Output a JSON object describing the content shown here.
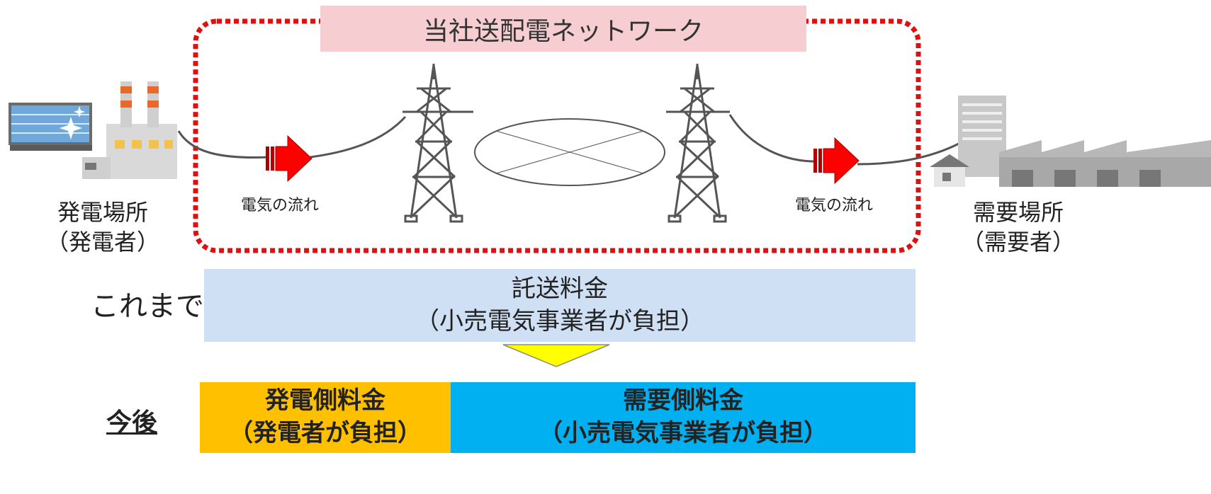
{
  "network": {
    "title": "当社送配電ネットワーク"
  },
  "generation_site": {
    "line1": "発電場所",
    "line2": "（発電者）"
  },
  "demand_site": {
    "line1": "需要場所",
    "line2": "（需要者）"
  },
  "flow_label": "電気の流れ",
  "before": {
    "label": "これまで",
    "fee_line1": "託送料金",
    "fee_line2": "（小売電気事業者が負担）"
  },
  "after": {
    "label": "今後",
    "gen_fee_line1": "発電側料金",
    "gen_fee_line2": "（発電者が負担）",
    "dem_fee_line1": "需要側料金",
    "dem_fee_line2": "（小売電気事業者が負担）"
  },
  "colors": {
    "network_border": "#e01010",
    "network_title_bg": "#f6cdd0",
    "before_bg": "#cfe0f4",
    "arrow_down": "#ffff00",
    "gen_fee_bg": "#ffc000",
    "dem_fee_bg": "#00b0f0",
    "flow_arrow": "#ff0000"
  }
}
